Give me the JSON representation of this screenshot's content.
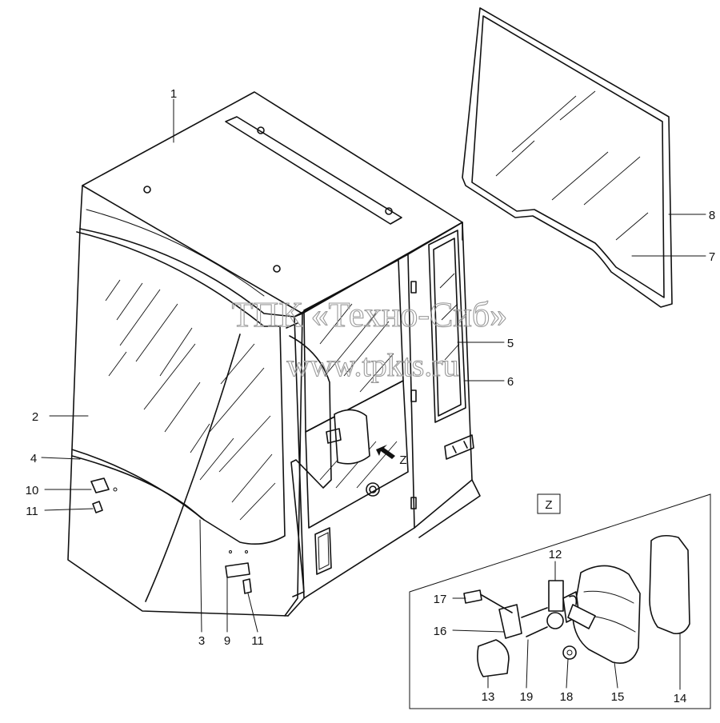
{
  "watermark": {
    "line1": "ТПК «Техно-Сиб»",
    "line2": "www.tpkts.ru"
  },
  "detail_view": {
    "title": "Z",
    "arrow_label": "Z"
  },
  "callouts": {
    "c1": "1",
    "c2": "2",
    "c3": "3",
    "c4": "4",
    "c5": "5",
    "c6": "6",
    "c7": "7",
    "c8": "8",
    "c9": "9",
    "c10": "10",
    "c11a": "11",
    "c11b": "11",
    "c12": "12",
    "c13": "13",
    "c14": "14",
    "c15": "15",
    "c16": "16",
    "c17": "17",
    "c18": "18",
    "c19": "19"
  },
  "colors": {
    "line": "#111111",
    "watermark": "#9a9a9a",
    "background": "#ffffff"
  }
}
